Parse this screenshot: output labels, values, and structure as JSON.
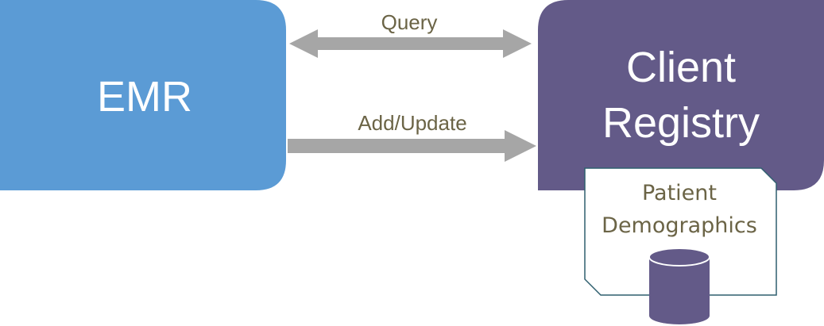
{
  "emr": {
    "label": "EMR",
    "fill": "#5b9bd5"
  },
  "client_registry": {
    "line1": "Client",
    "line2": "Registry",
    "fill": "#635a88"
  },
  "query_arrow": {
    "label": "Query",
    "color": "#a6a6a6"
  },
  "add_update_arrow": {
    "label": "Add/Update",
    "color": "#a6a6a6"
  },
  "database": {
    "line1": "Patient",
    "line2": "Demographics",
    "cylinder_fill": "#635a88",
    "border": "#2f5f6f"
  },
  "label_color": "#6b6446"
}
